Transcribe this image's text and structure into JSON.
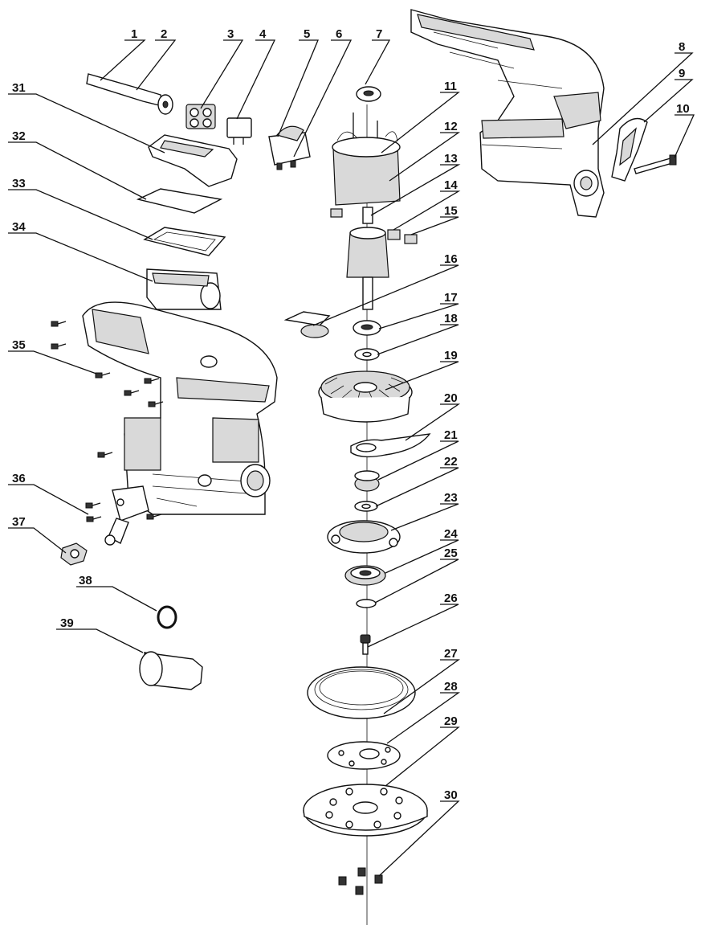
{
  "labels": {
    "p1": "1",
    "p2": "2",
    "p3": "3",
    "p4": "4",
    "p5": "5",
    "p6": "6",
    "p7": "7",
    "p8": "8",
    "p9": "9",
    "p10": "10",
    "p11": "11",
    "p12": "12",
    "p13": "13",
    "p14": "14",
    "p15": "15",
    "p16": "16",
    "p17": "17",
    "p18": "18",
    "p19": "19",
    "p20": "20",
    "p21": "21",
    "p22": "22",
    "p23": "23",
    "p24": "24",
    "p25": "25",
    "p26": "26",
    "p27": "27",
    "p28": "28",
    "p29": "29",
    "p30": "30",
    "p31": "31",
    "p32": "32",
    "p33": "33",
    "p34": "34",
    "p35": "35",
    "p36": "36",
    "p37": "37",
    "p38": "38",
    "p39": "39"
  }
}
